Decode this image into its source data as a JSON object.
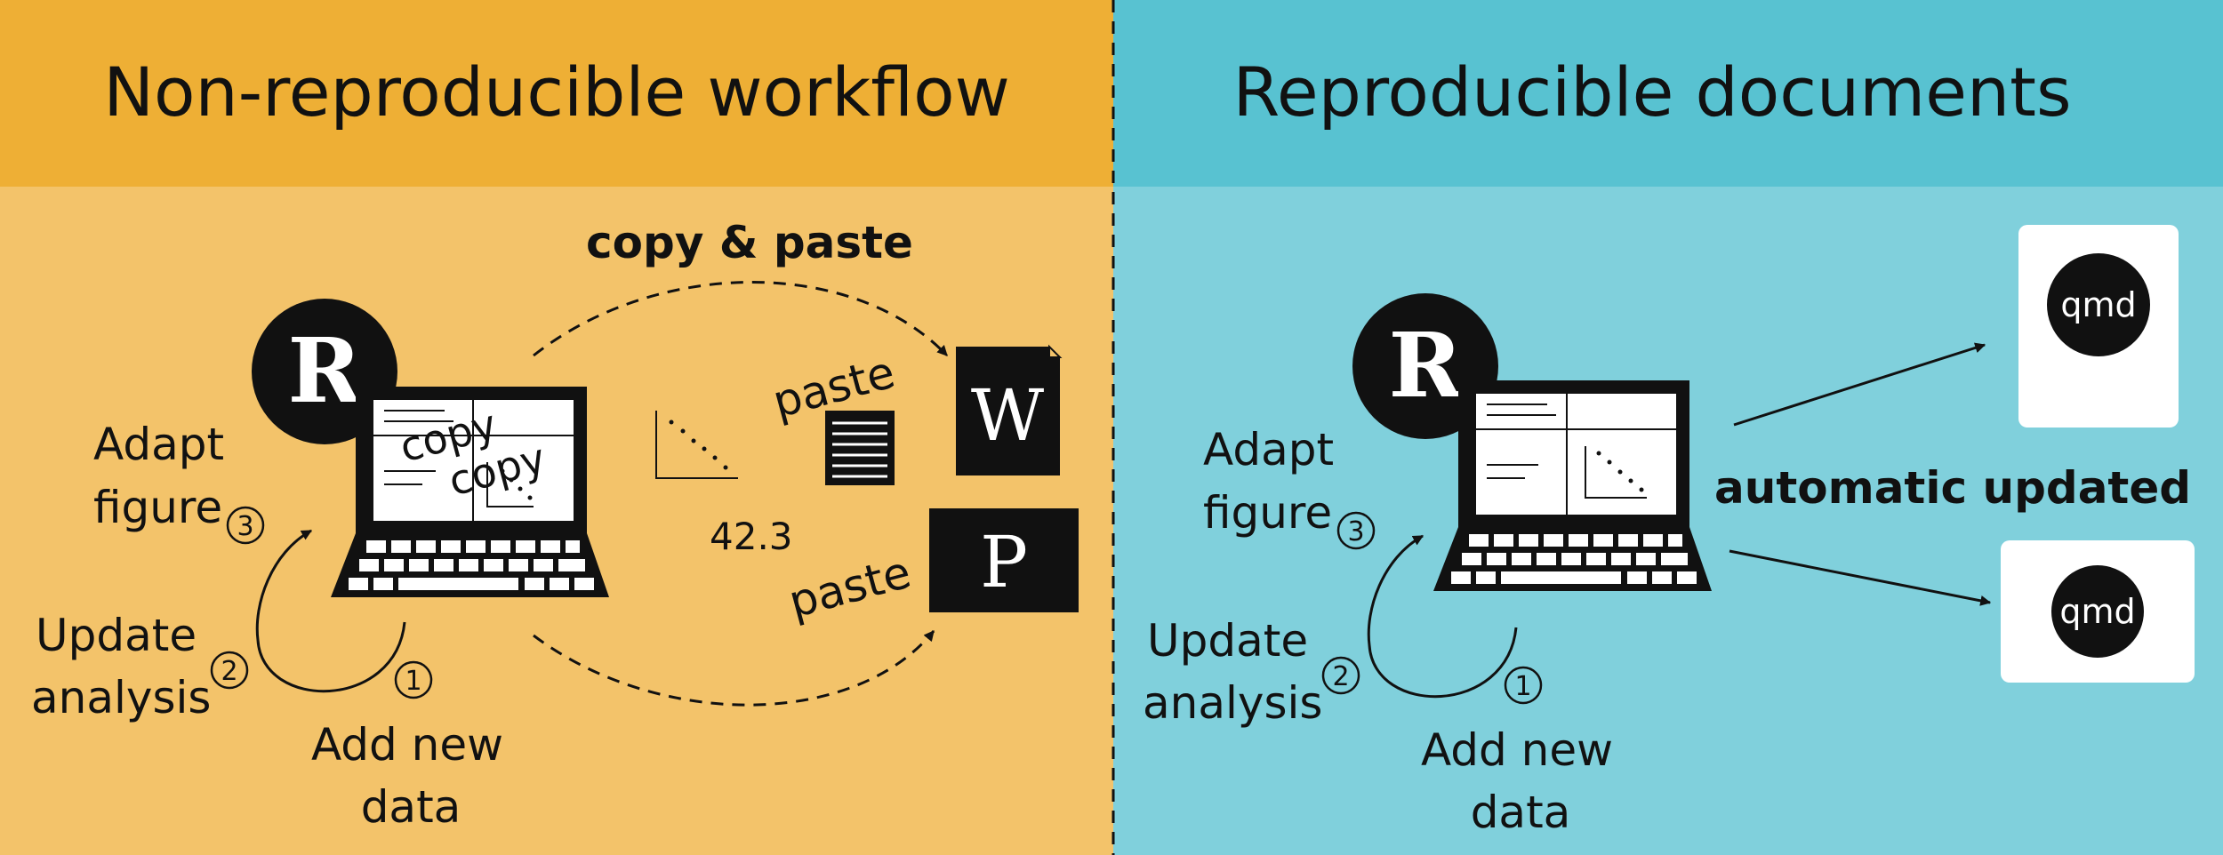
{
  "left_panel": {
    "title": "Non-reproducible workflow",
    "copy_paste": "copy & paste",
    "paste_1": "paste",
    "paste_2": "paste",
    "copy_1": "copy",
    "copy_2": "copy",
    "value": "42.3",
    "doc_word_letter": "W",
    "doc_ppt_letter": "P",
    "r_logo": "R",
    "steps": {
      "step1_num": "1",
      "step1_line1": "Add new",
      "step1_line2": "data",
      "step2_num": "2",
      "step2_line1": "Update",
      "step2_line2": "analysis",
      "step3_num": "3",
      "step3_line1": "Adapt",
      "step3_line2": "figure"
    }
  },
  "right_panel": {
    "title": "Reproducible documents",
    "automatic": "automatic updated",
    "qmd_1": "qmd",
    "qmd_2": "qmd",
    "r_logo": "R",
    "steps": {
      "step1_num": "1",
      "step1_line1": "Add new",
      "step1_line2": "data",
      "step2_num": "2",
      "step2_line1": "Update",
      "step2_line2": "analysis",
      "step3_num": "3",
      "step3_line1": "Adapt",
      "step3_line2": "figure"
    }
  },
  "colors": {
    "left_header": "#eeaf35",
    "left_body": "#f3c36a",
    "right_header": "#58c2d1",
    "right_body": "#80d0dc",
    "ink": "#111111"
  }
}
